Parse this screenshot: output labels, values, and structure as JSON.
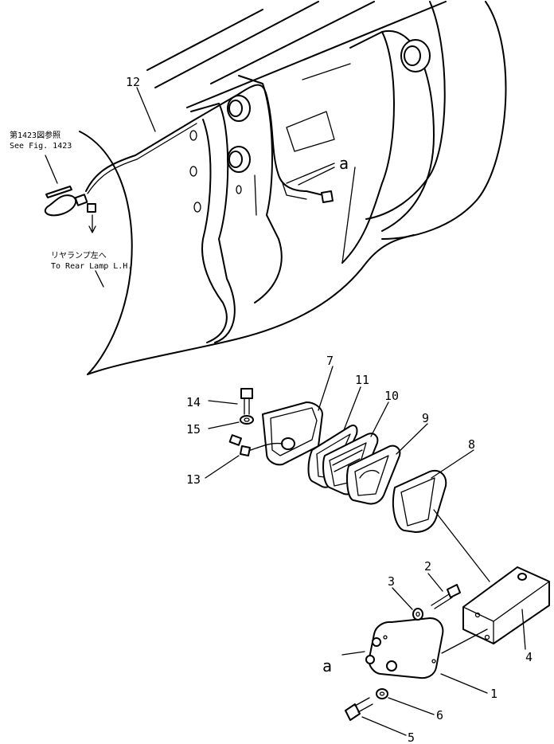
{
  "callouts": {
    "c1": "1",
    "c2": "2",
    "c3": "3",
    "c4": "4",
    "c5": "5",
    "c6": "6",
    "c7": "7",
    "c8": "8",
    "c9": "9",
    "c10": "10",
    "c11": "11",
    "c12": "12",
    "c13": "13",
    "c14": "14",
    "c15": "15"
  },
  "notes": {
    "see_fig_jp": "第1423図参照",
    "see_fig_en": "See Fig. 1423",
    "rear_lamp_jp": "リヤランプ左へ",
    "rear_lamp_en": "To Rear Lamp L.H."
  },
  "markers": {
    "a_top": "a",
    "a_bottom": "a"
  }
}
